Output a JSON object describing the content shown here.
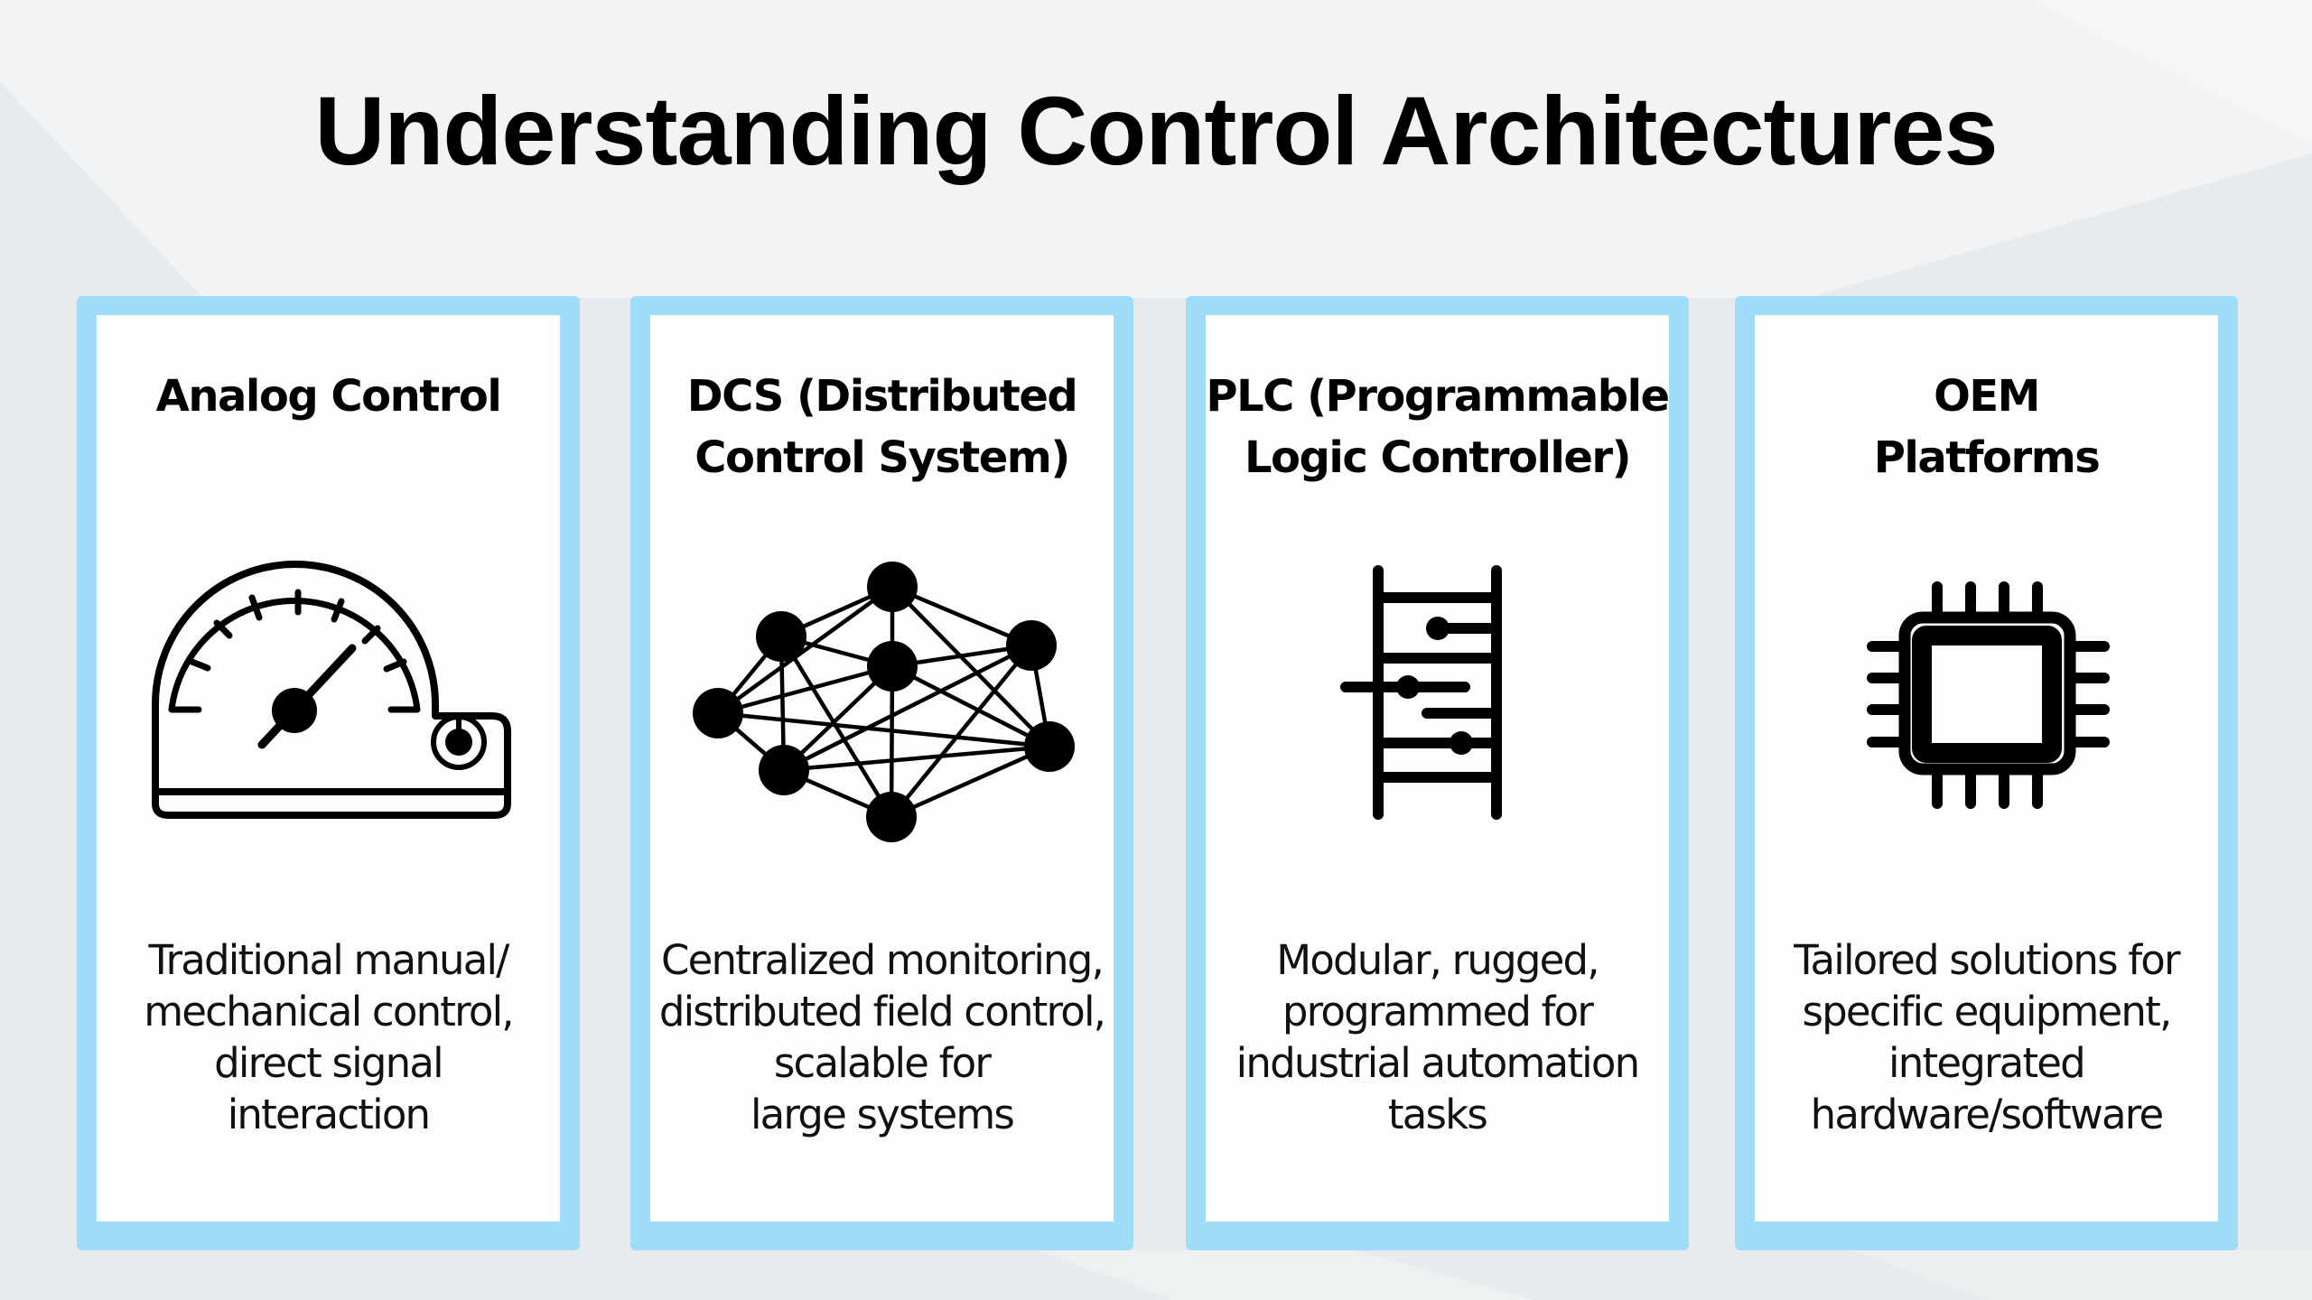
{
  "title": "Understanding Control Architectures",
  "colors": {
    "card_border": "#9fdcf8",
    "card_fill": "#fdfdfd",
    "background": "#e9ecee",
    "text": "#000000"
  },
  "cards": [
    {
      "title": "Analog Control",
      "icon": "gauge-icon",
      "description": "Traditional manual/\nmechanical control,\ndirect signal\ninteraction"
    },
    {
      "title": "DCS (Distributed\nControl System)",
      "icon": "network-icon",
      "description": "Centralized monitoring,\ndistributed field control,\nscalable for\nlarge systems"
    },
    {
      "title": "PLC (Programmable\nLogic Controller)",
      "icon": "ladder-logic-icon",
      "description": "Modular, rugged,\nprogrammed for\nindustrial automation\ntasks"
    },
    {
      "title": "OEM\nPlatforms",
      "icon": "microchip-icon",
      "description": "Tailored solutions for\nspecific equipment,\nintegrated\nhardware/software"
    }
  ]
}
